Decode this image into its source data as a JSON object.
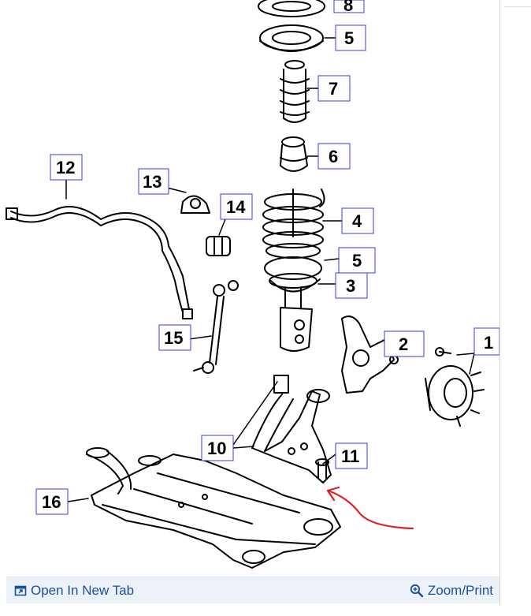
{
  "diagram": {
    "callouts": [
      "1",
      "2",
      "3",
      "4",
      "5",
      "5",
      "6",
      "7",
      "8",
      "10",
      "11",
      "12",
      "13",
      "14",
      "15",
      "16"
    ]
  },
  "footer": {
    "open_label": "Open In New Tab",
    "zoom_label": "Zoom/Print",
    "open_icon": "open-in-new-tab-icon",
    "zoom_icon": "magnifier-plus-icon",
    "link_color": "#1a4f9c"
  },
  "annotation": {
    "color": "#e02020"
  }
}
